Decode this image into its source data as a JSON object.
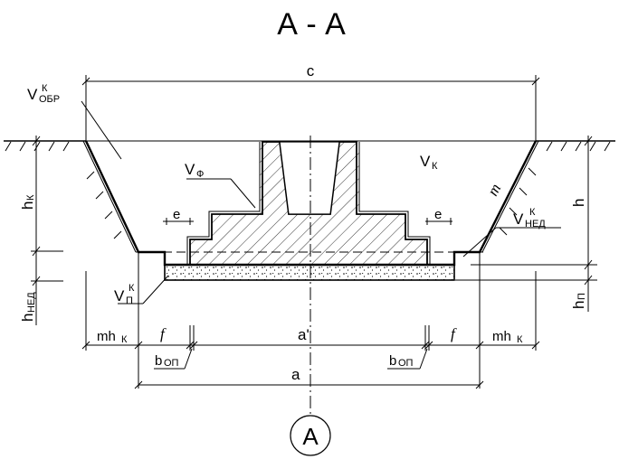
{
  "title": "А - А",
  "section_marker": "А",
  "labels": {
    "v_obr": {
      "main": "V",
      "sub": "ОБР",
      "sup": "К"
    },
    "v_f": {
      "main": "V",
      "sub": "Ф"
    },
    "v_k": {
      "main": "V",
      "sub": "К"
    },
    "v_ned": {
      "main": "V",
      "sub": "НЕД",
      "sup": "К"
    },
    "v_p": {
      "main": "V",
      "sub": "П",
      "sup": "К"
    },
    "m": "m",
    "e_left": "e",
    "e_right": "e",
    "h_k": {
      "main": "h",
      "sub": "К"
    },
    "h_ned": {
      "main": "h",
      "sub": "НЕД"
    },
    "h": "h",
    "h_p": {
      "main": "h",
      "sub": "П"
    }
  },
  "dimensions": {
    "c": "c",
    "mhk_left": {
      "main": "mh",
      "sub": "К"
    },
    "f_left": "f",
    "a_prime": "a'",
    "f_right": "f",
    "mhk_right": {
      "main": "mh",
      "sub": "К"
    },
    "b_op_left": {
      "main": "b",
      "sub": "ОП"
    },
    "b_op_right": {
      "main": "b",
      "sub": "ОП"
    },
    "a": "a"
  }
}
